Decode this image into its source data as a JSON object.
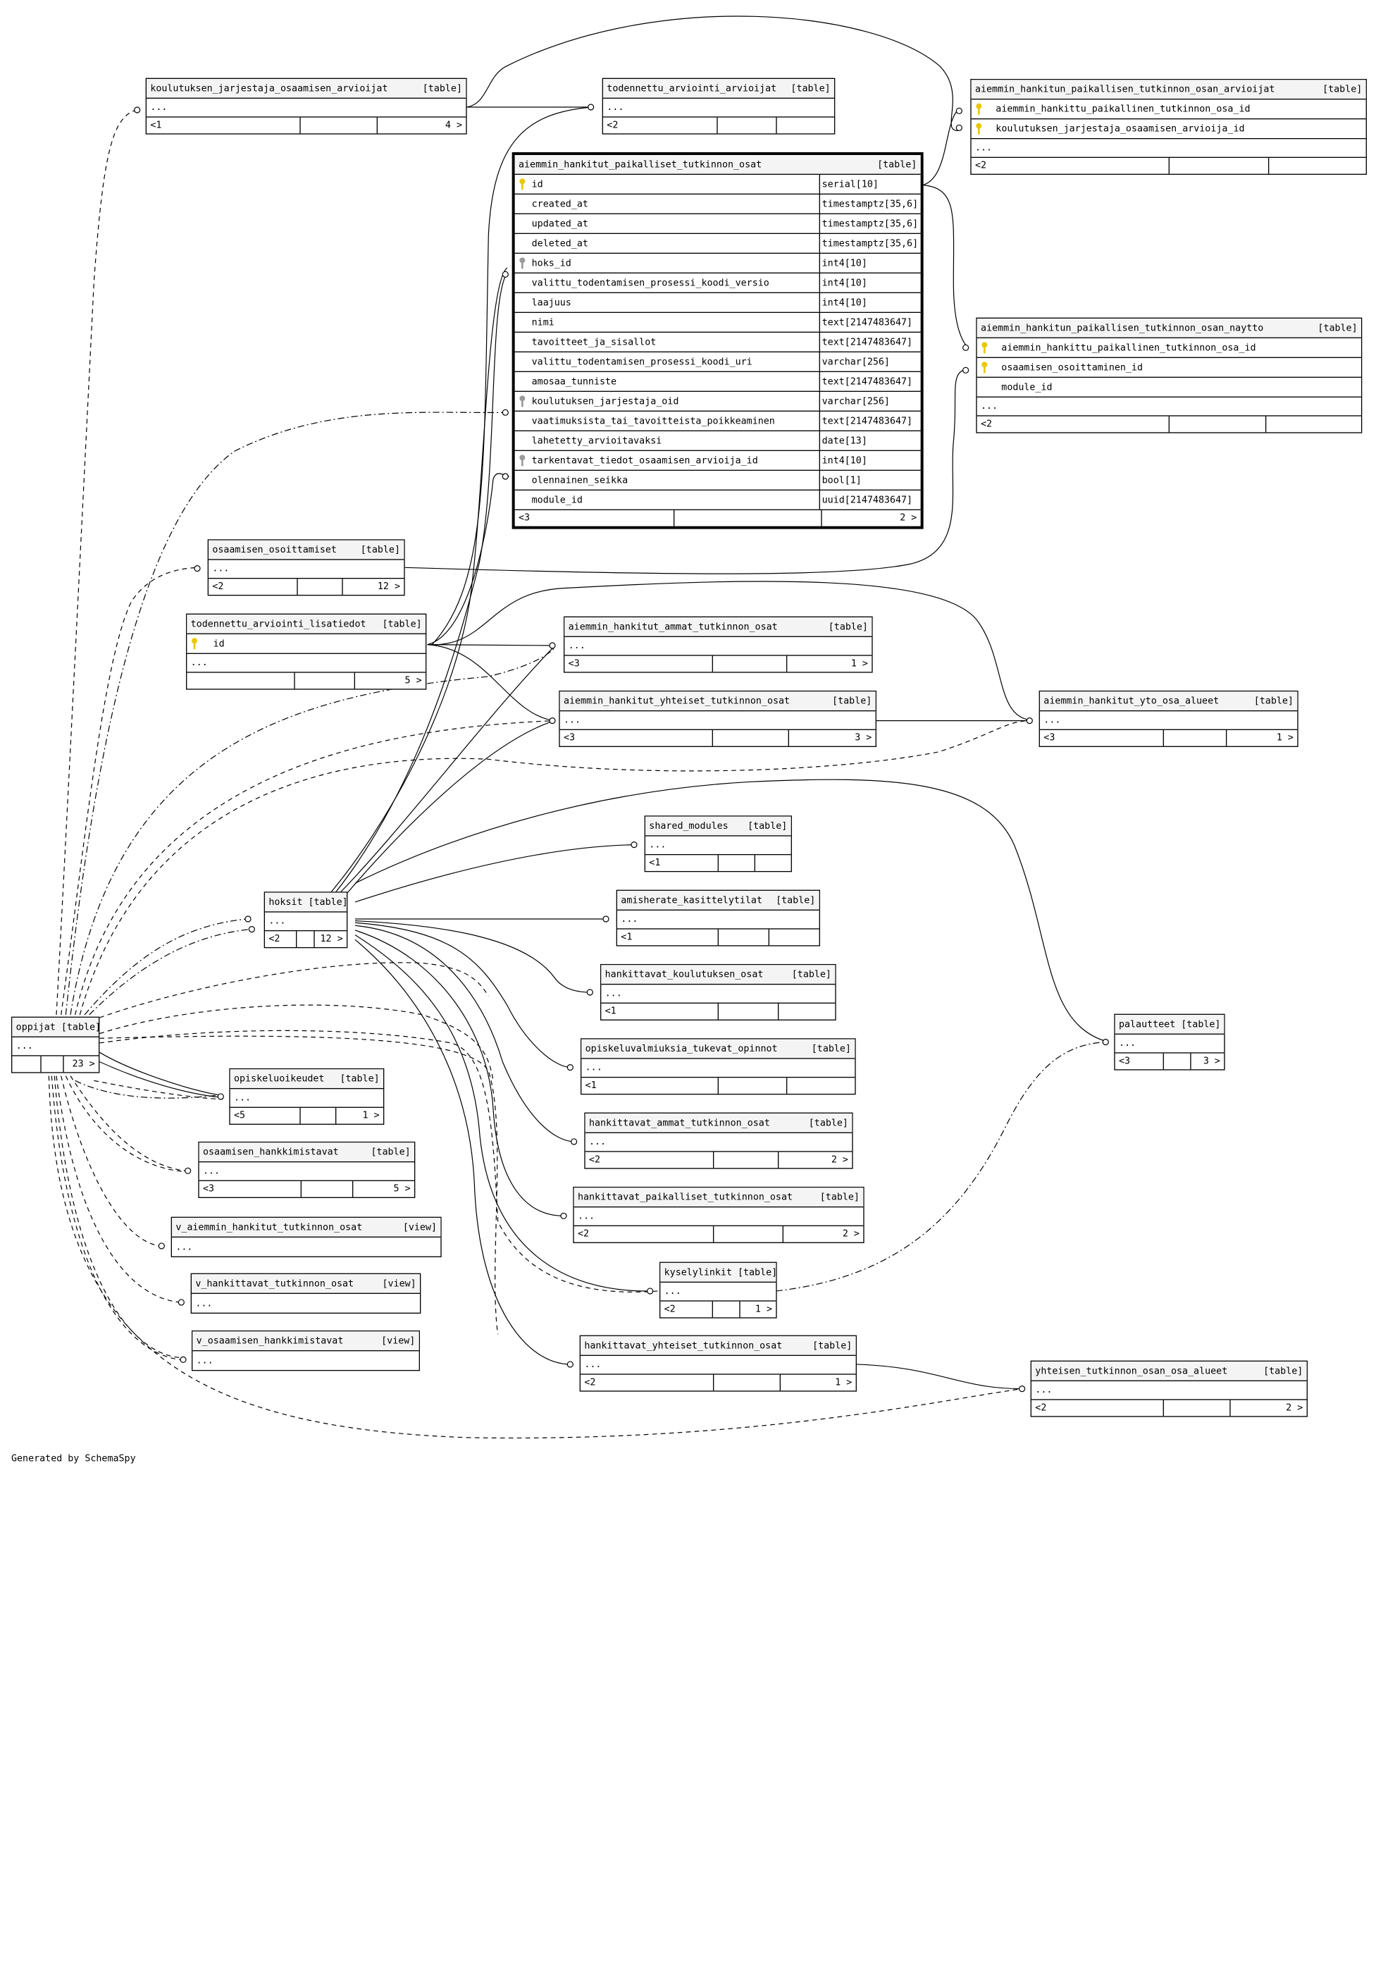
{
  "footer_text": "Generated by SchemaSpy",
  "colors": {
    "primary_key": "#e8c800",
    "foreign_key": "#9a9a9a",
    "header_bg": "#f4f4f4"
  },
  "tables": [
    {
      "id": "kjoa",
      "name": "koulutuksen_jarjestaja_osaamisen_arvioijat",
      "kind": "[table]",
      "parents": "1",
      "children": "4"
    },
    {
      "id": "taa",
      "name": "todennettu_arviointi_arvioijat",
      "kind": "[table]",
      "parents": "2",
      "children": ""
    },
    {
      "id": "ahptoa",
      "name": "aiemmin_hankitun_paikallisen_tutkinnon_osan_arvioijat",
      "kind": "[table]",
      "parents": "2",
      "children": "",
      "columns": [
        {
          "name": "aiemmin_hankittu_paikallinen_tutkinnon_osa_id",
          "icon": "pk"
        },
        {
          "name": "koulutuksen_jarjestaja_osaamisen_arvioija_id",
          "icon": "pk"
        }
      ]
    },
    {
      "id": "ahpto",
      "name": "aiemmin_hankitut_paikalliset_tutkinnon_osat",
      "kind": "[table]",
      "parents": "3",
      "children": "2",
      "focus": true,
      "columns": [
        {
          "name": "id",
          "type": "serial[10]",
          "icon": "pk"
        },
        {
          "name": "created_at",
          "type": "timestamptz[35,6]",
          "icon": ""
        },
        {
          "name": "updated_at",
          "type": "timestamptz[35,6]",
          "icon": ""
        },
        {
          "name": "deleted_at",
          "type": "timestamptz[35,6]",
          "icon": ""
        },
        {
          "name": "hoks_id",
          "type": "int4[10]",
          "icon": "fk"
        },
        {
          "name": "valittu_todentamisen_prosessi_koodi_versio",
          "type": "int4[10]",
          "icon": ""
        },
        {
          "name": "laajuus",
          "type": "int4[10]",
          "icon": ""
        },
        {
          "name": "nimi",
          "type": "text[2147483647]",
          "icon": ""
        },
        {
          "name": "tavoitteet_ja_sisallot",
          "type": "text[2147483647]",
          "icon": ""
        },
        {
          "name": "valittu_todentamisen_prosessi_koodi_uri",
          "type": "varchar[256]",
          "icon": ""
        },
        {
          "name": "amosaa_tunniste",
          "type": "text[2147483647]",
          "icon": ""
        },
        {
          "name": "koulutuksen_jarjestaja_oid",
          "type": "varchar[256]",
          "icon": "fk"
        },
        {
          "name": "vaatimuksista_tai_tavoitteista_poikkeaminen",
          "type": "text[2147483647]",
          "icon": ""
        },
        {
          "name": "lahetetty_arvioitavaksi",
          "type": "date[13]",
          "icon": ""
        },
        {
          "name": "tarkentavat_tiedot_osaamisen_arvioija_id",
          "type": "int4[10]",
          "icon": "fk"
        },
        {
          "name": "olennainen_seikka",
          "type": "bool[1]",
          "icon": ""
        },
        {
          "name": "module_id",
          "type": "uuid[2147483647]",
          "icon": ""
        }
      ]
    },
    {
      "id": "ahptonay",
      "name": "aiemmin_hankitun_paikallisen_tutkinnon_osan_naytto",
      "kind": "[table]",
      "parents": "2",
      "children": "",
      "columns": [
        {
          "name": "aiemmin_hankittu_paikallinen_tutkinnon_osa_id",
          "icon": "pk"
        },
        {
          "name": "osaamisen_osoittaminen_id",
          "icon": "pk"
        },
        {
          "name": "module_id",
          "icon": ""
        }
      ]
    },
    {
      "id": "oos",
      "name": "osaamisen_osoittamiset",
      "kind": "[table]",
      "parents": "2",
      "children": "12"
    },
    {
      "id": "tal",
      "name": "todennettu_arviointi_lisatiedot",
      "kind": "[table]",
      "parents": "",
      "children": "5",
      "columns": [
        {
          "name": "id",
          "icon": "pk"
        }
      ]
    },
    {
      "id": "ahato",
      "name": "aiemmin_hankitut_ammat_tutkinnon_osat",
      "kind": "[table]",
      "parents": "3",
      "children": "1"
    },
    {
      "id": "ahyto",
      "name": "aiemmin_hankitut_yhteiset_tutkinnon_osat",
      "kind": "[table]",
      "parents": "3",
      "children": "3"
    },
    {
      "id": "ahyoa",
      "name": "aiemmin_hankitut_yto_osa_alueet",
      "kind": "[table]",
      "parents": "3",
      "children": "1"
    },
    {
      "id": "sm",
      "name": "shared_modules",
      "kind": "[table]",
      "parents": "1",
      "children": ""
    },
    {
      "id": "hoksit",
      "name": "hoksit",
      "kind": "[table]",
      "parents": "2",
      "children": "12"
    },
    {
      "id": "amk",
      "name": "amisherate_kasittelytilat",
      "kind": "[table]",
      "parents": "1",
      "children": ""
    },
    {
      "id": "hko",
      "name": "hankittavat_koulutuksen_osat",
      "kind": "[table]",
      "parents": "1",
      "children": ""
    },
    {
      "id": "oppijat",
      "name": "oppijat",
      "kind": "[table]",
      "parents": "",
      "children": "23"
    },
    {
      "id": "otop",
      "name": "opiskeluvalmiuksia_tukevat_opinnot",
      "kind": "[table]",
      "parents": "1",
      "children": ""
    },
    {
      "id": "palautteet",
      "name": "palautteet",
      "kind": "[table]",
      "parents": "3",
      "children": "3"
    },
    {
      "id": "ooik",
      "name": "opiskeluoikeudet",
      "kind": "[table]",
      "parents": "5",
      "children": "1"
    },
    {
      "id": "hato",
      "name": "hankittavat_ammat_tutkinnon_osat",
      "kind": "[table]",
      "parents": "2",
      "children": "2"
    },
    {
      "id": "ohk",
      "name": "osaamisen_hankkimistavat",
      "kind": "[table]",
      "parents": "3",
      "children": "5"
    },
    {
      "id": "hpto",
      "name": "hankittavat_paikalliset_tutkinnon_osat",
      "kind": "[table]",
      "parents": "2",
      "children": "2"
    },
    {
      "id": "vaht",
      "name": "v_aiemmin_hankitut_tutkinnon_osat",
      "kind": "[view]"
    },
    {
      "id": "kl",
      "name": "kyselylinkit",
      "kind": "[table]",
      "parents": "2",
      "children": "1"
    },
    {
      "id": "vht",
      "name": "v_hankittavat_tutkinnon_osat",
      "kind": "[view]"
    },
    {
      "id": "voh",
      "name": "v_osaamisen_hankkimistavat",
      "kind": "[view]"
    },
    {
      "id": "hyto",
      "name": "hankittavat_yhteiset_tutkinnon_osat",
      "kind": "[table]",
      "parents": "2",
      "children": "1"
    },
    {
      "id": "ytooa",
      "name": "yhteisen_tutkinnon_osan_osa_alueet",
      "kind": "[table]",
      "parents": "2",
      "children": "2"
    }
  ]
}
